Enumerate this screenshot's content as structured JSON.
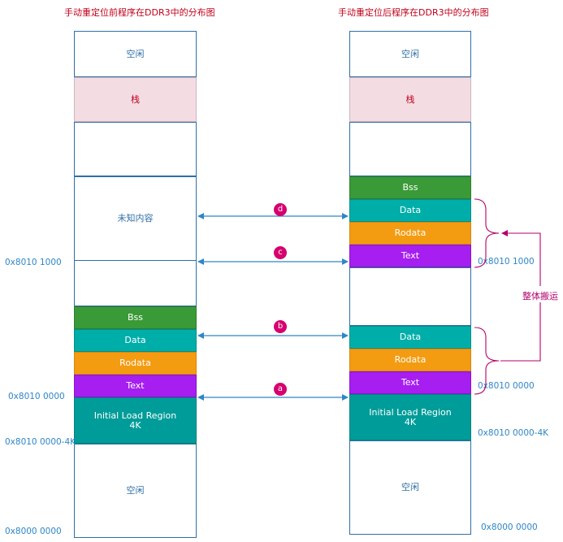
{
  "titles": {
    "left": "手动重定位前程序在DDR3中的分布图",
    "right": "手动重定位后程序在DDR3中的分布图"
  },
  "left": {
    "free_top": "空闲",
    "stack": "栈",
    "unknown": "未知内容",
    "bss": "Bss",
    "data": "Data",
    "rodata": "Rodata",
    "text": "Text",
    "initial_line1": "Initial Load Region",
    "initial_line2": "4K",
    "free_bottom": "空闲"
  },
  "right": {
    "free_top": "空闲",
    "stack": "栈",
    "bss": "Bss",
    "data": "Data",
    "rodata": "Rodata",
    "text": "Text",
    "data2": "Data",
    "rodata2": "Rodata",
    "text2": "Text",
    "initial_line1": "Initial Load Region",
    "initial_line2": "4K",
    "free_bottom": "空闲"
  },
  "addresses": {
    "left_1000": "0x8010 1000",
    "left_0000": "0x8010 0000",
    "left_minus4k": "0x8010 0000-4K",
    "left_base": "0x8000 0000",
    "right_1000": "0x8010 1000",
    "right_0000": "0x8010 0000",
    "right_minus4k": "0x8010 0000-4K",
    "right_base": "0x8000 0000"
  },
  "badges": {
    "a": "a",
    "b": "b",
    "c": "c",
    "d": "d"
  },
  "move_label": "整体搬运",
  "colors": {
    "arrow": "#2f86c6",
    "bracket": "#b3006b",
    "badge": "#d6006e",
    "bss": "#3a9a37",
    "data": "#00aea9",
    "rodata": "#f39c12",
    "text": "#a61ef0"
  }
}
